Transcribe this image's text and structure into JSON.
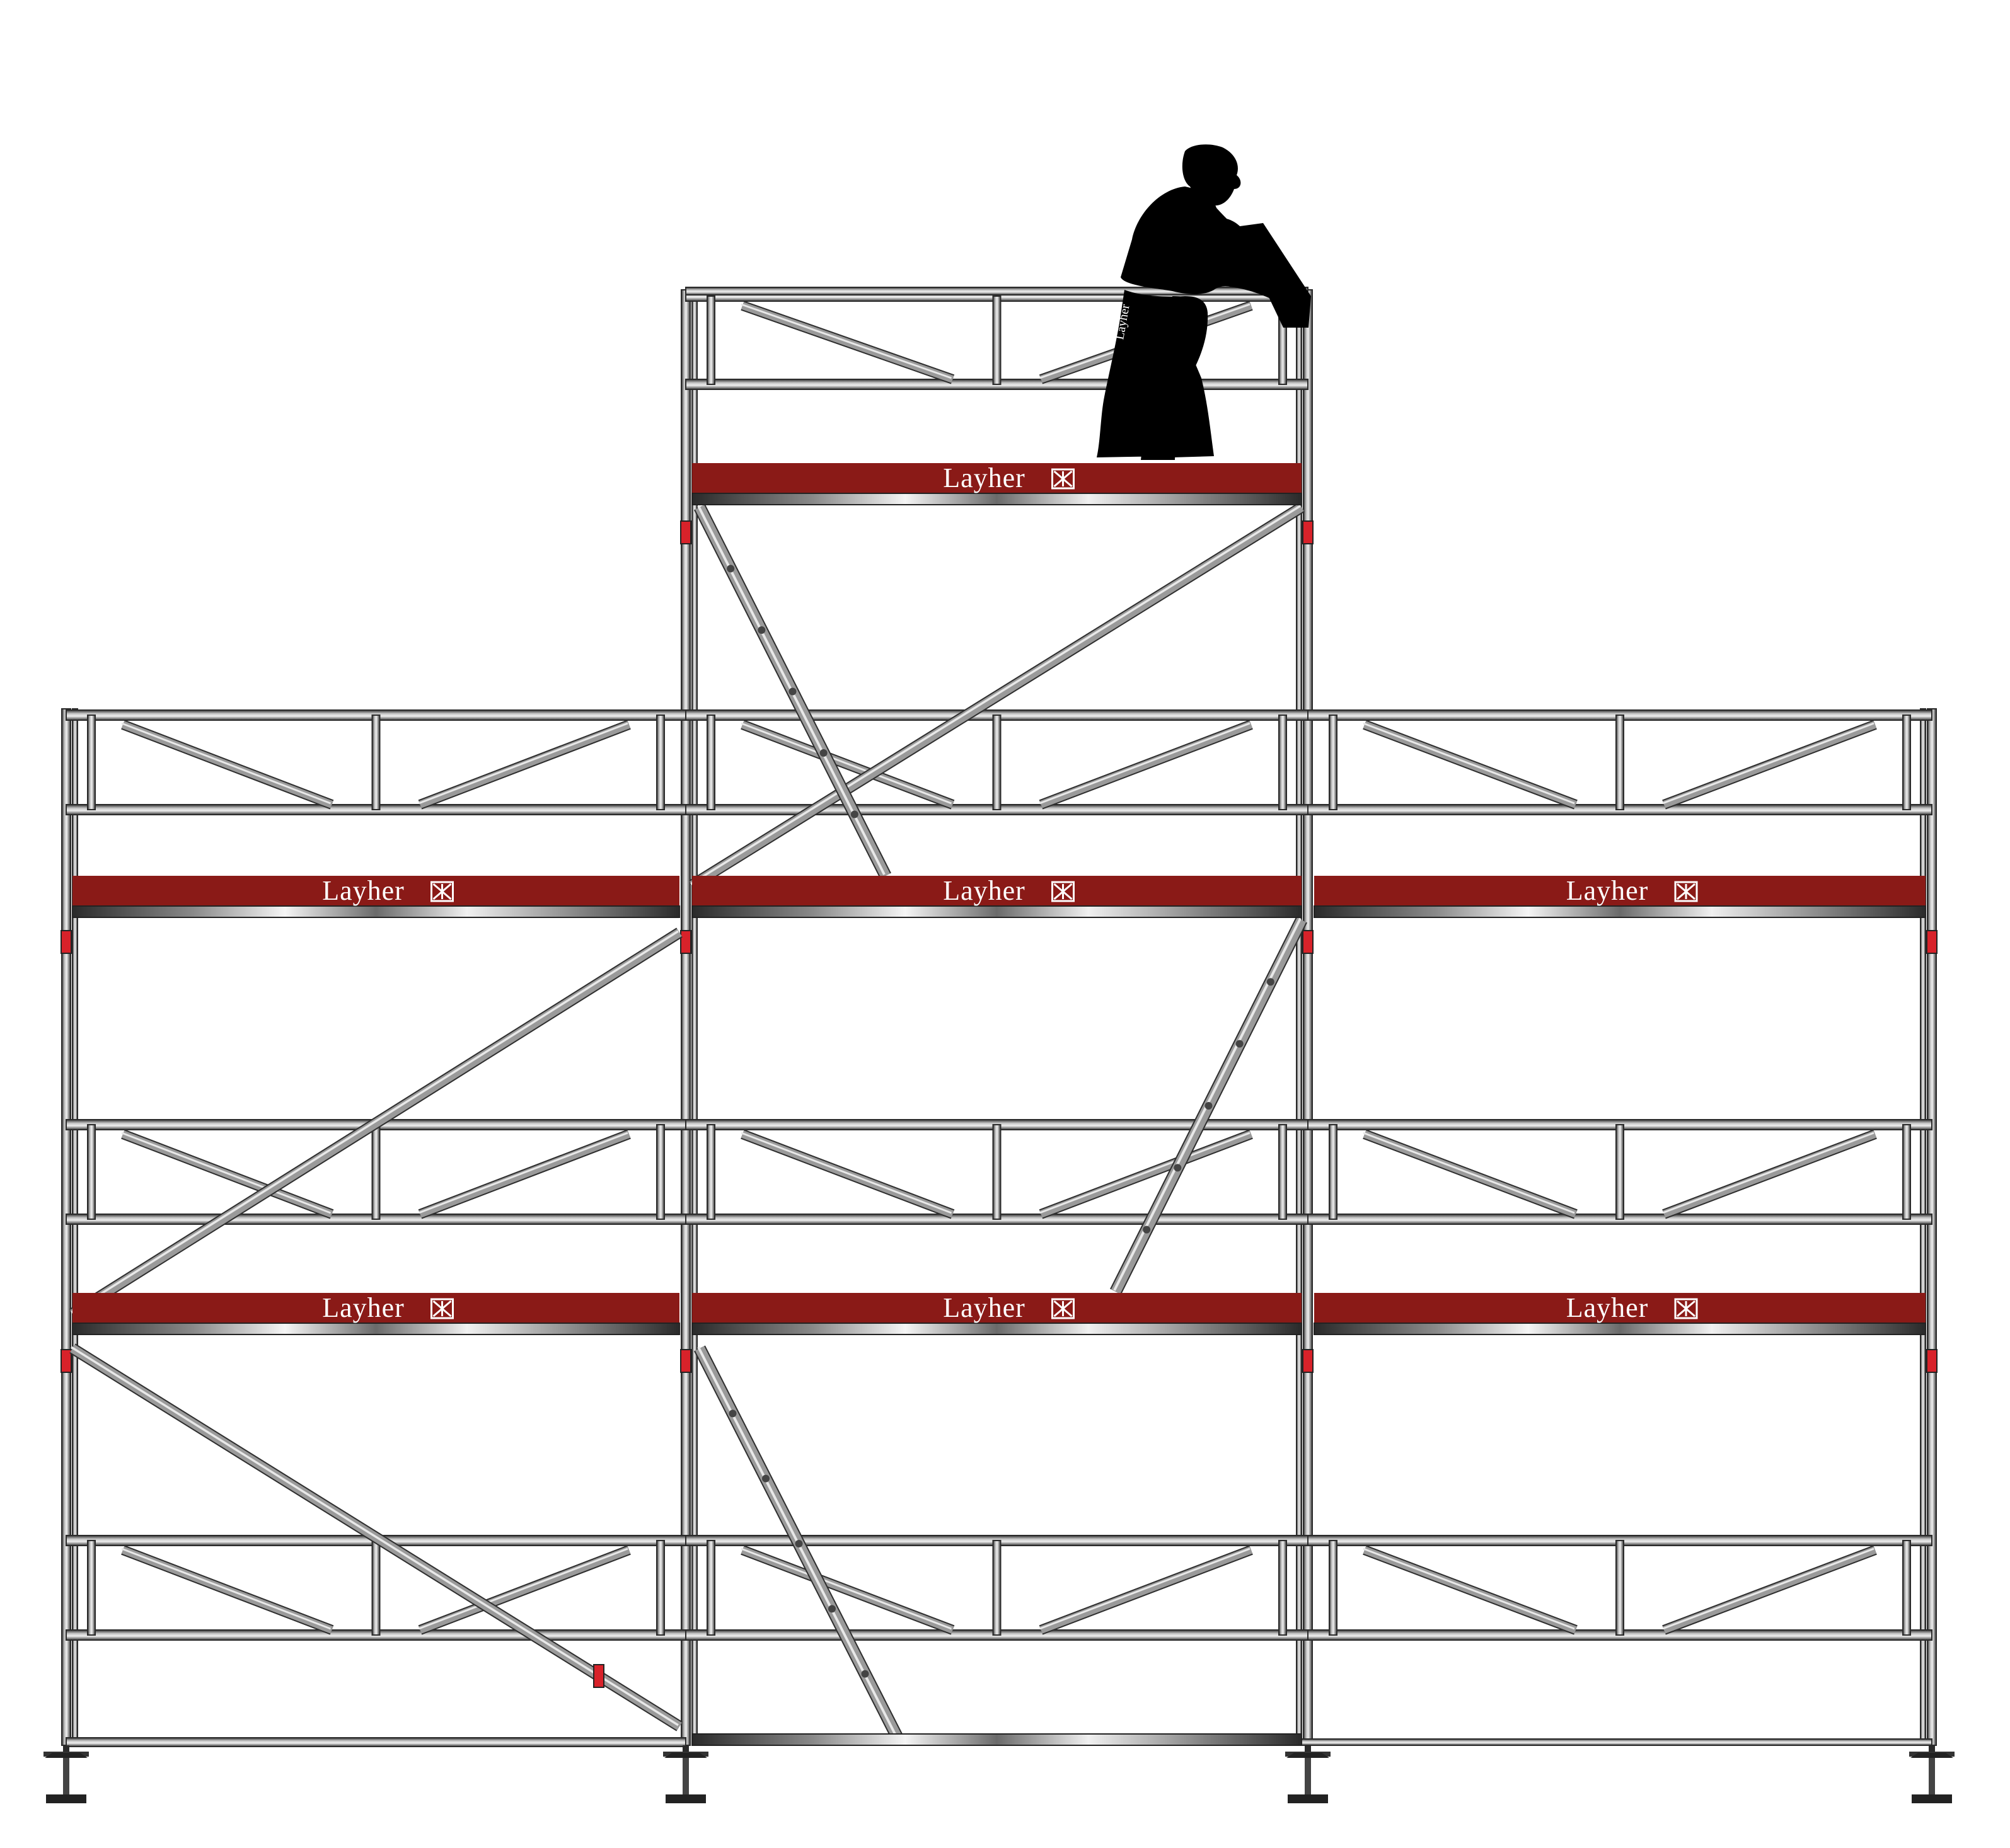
{
  "brand": {
    "name": "Layher",
    "logo_icon": "layher-logo-icon",
    "deck_color": "#8a1a17",
    "tube_color": "#8e8e8e",
    "tube_edge_color": "#3d3d3d",
    "coupler_color": "#d8222a"
  },
  "worker": {
    "shirt_text": "Layher",
    "figure_color": "#000000"
  },
  "decks": [
    {
      "label": "Layher"
    },
    {
      "label": "Layher"
    },
    {
      "label": "Layher"
    },
    {
      "label": "Layher"
    },
    {
      "label": "Layher"
    },
    {
      "label": "Layher"
    },
    {
      "label": "Layher"
    }
  ]
}
